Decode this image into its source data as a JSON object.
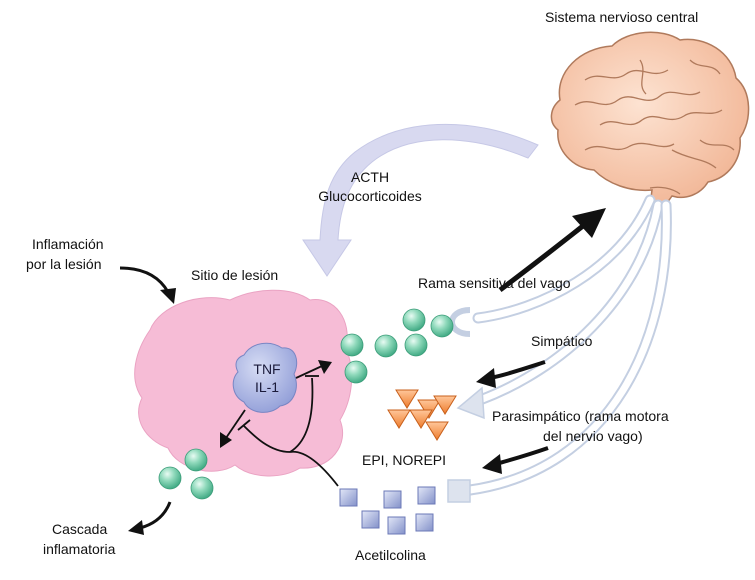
{
  "labels": {
    "cns": "Sistema nervioso central",
    "acth": "ACTH",
    "glucocorticoids": "Glucocorticoides",
    "inflammation_line1": "Inflamación",
    "inflammation_line2": "por la lesión",
    "injury_site": "Sitio de lesión",
    "vagus_sensory": "Rama sensitiva del vago",
    "sympathetic": "Simpático",
    "parasympathetic_line1": "Parasimpático (rama motora",
    "parasympathetic_line2": "del nervio vago)",
    "epi_norepi": "EPI, NOREPI",
    "cascade_line1": "Cascada",
    "cascade_line2": "inflamatoria",
    "acetylcholine": "Acetilcolina",
    "tnf": "TNF",
    "il1": "IL-1"
  },
  "colors": {
    "tissue": "#f6bcd6",
    "immune_cell": "#a9b4e2",
    "cytokine": "#6ec6a4",
    "catecholamine": "#f08a3c",
    "acetylcholine": "#8f9bd1",
    "brain": "#f5c4a6",
    "nerve_outline": "#c4cfe2",
    "acth_arrow": "#d8d9f0",
    "arrow": "#111111"
  }
}
